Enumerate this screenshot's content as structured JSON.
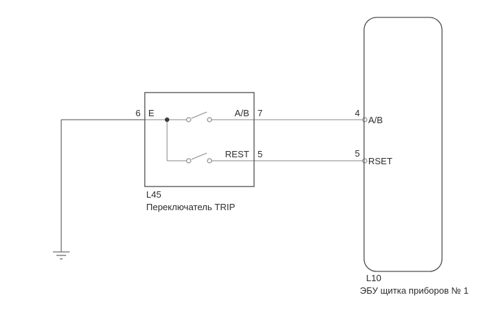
{
  "switch": {
    "code": "L45",
    "label": "Переключатель TRIP",
    "pins": {
      "e_number": "6",
      "e_name": "E",
      "ab_name": "A/B",
      "ab_number": "7",
      "rest_name": "REST",
      "rest_number": "5"
    }
  },
  "ecu": {
    "code": "L10",
    "label": "ЭБУ щитка приборов № 1",
    "pins": {
      "ab_number": "4",
      "ab_name": "A/B",
      "rset_number": "5",
      "rset_name": "RSET"
    }
  },
  "colors": {
    "outline": "#4d4d4d",
    "wire_dark": "#6e6e6e",
    "wire_gray": "#9e9e9e",
    "text": "#2b2b2b",
    "background": "#ffffff"
  }
}
